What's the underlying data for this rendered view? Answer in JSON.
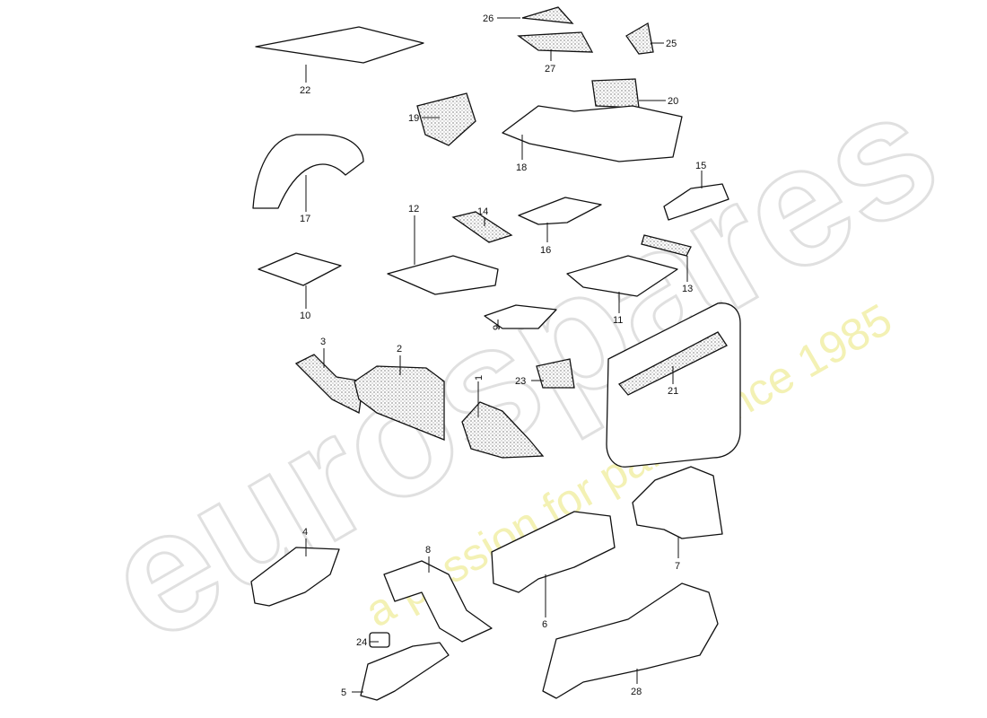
{
  "diagram": {
    "labels": [
      "1",
      "2",
      "3",
      "4",
      "5",
      "6",
      "7",
      "8",
      "9",
      "10",
      "11",
      "12",
      "13",
      "14",
      "15",
      "16",
      "17",
      "18",
      "19",
      "20",
      "21",
      "22",
      "23",
      "24",
      "25",
      "26",
      "27",
      "28"
    ]
  },
  "watermark": {
    "brand": "eurospares",
    "tagline": "a passion for parts since 1985",
    "brand_color": "#d9d9d9",
    "tagline_color": "#f1efa8"
  }
}
